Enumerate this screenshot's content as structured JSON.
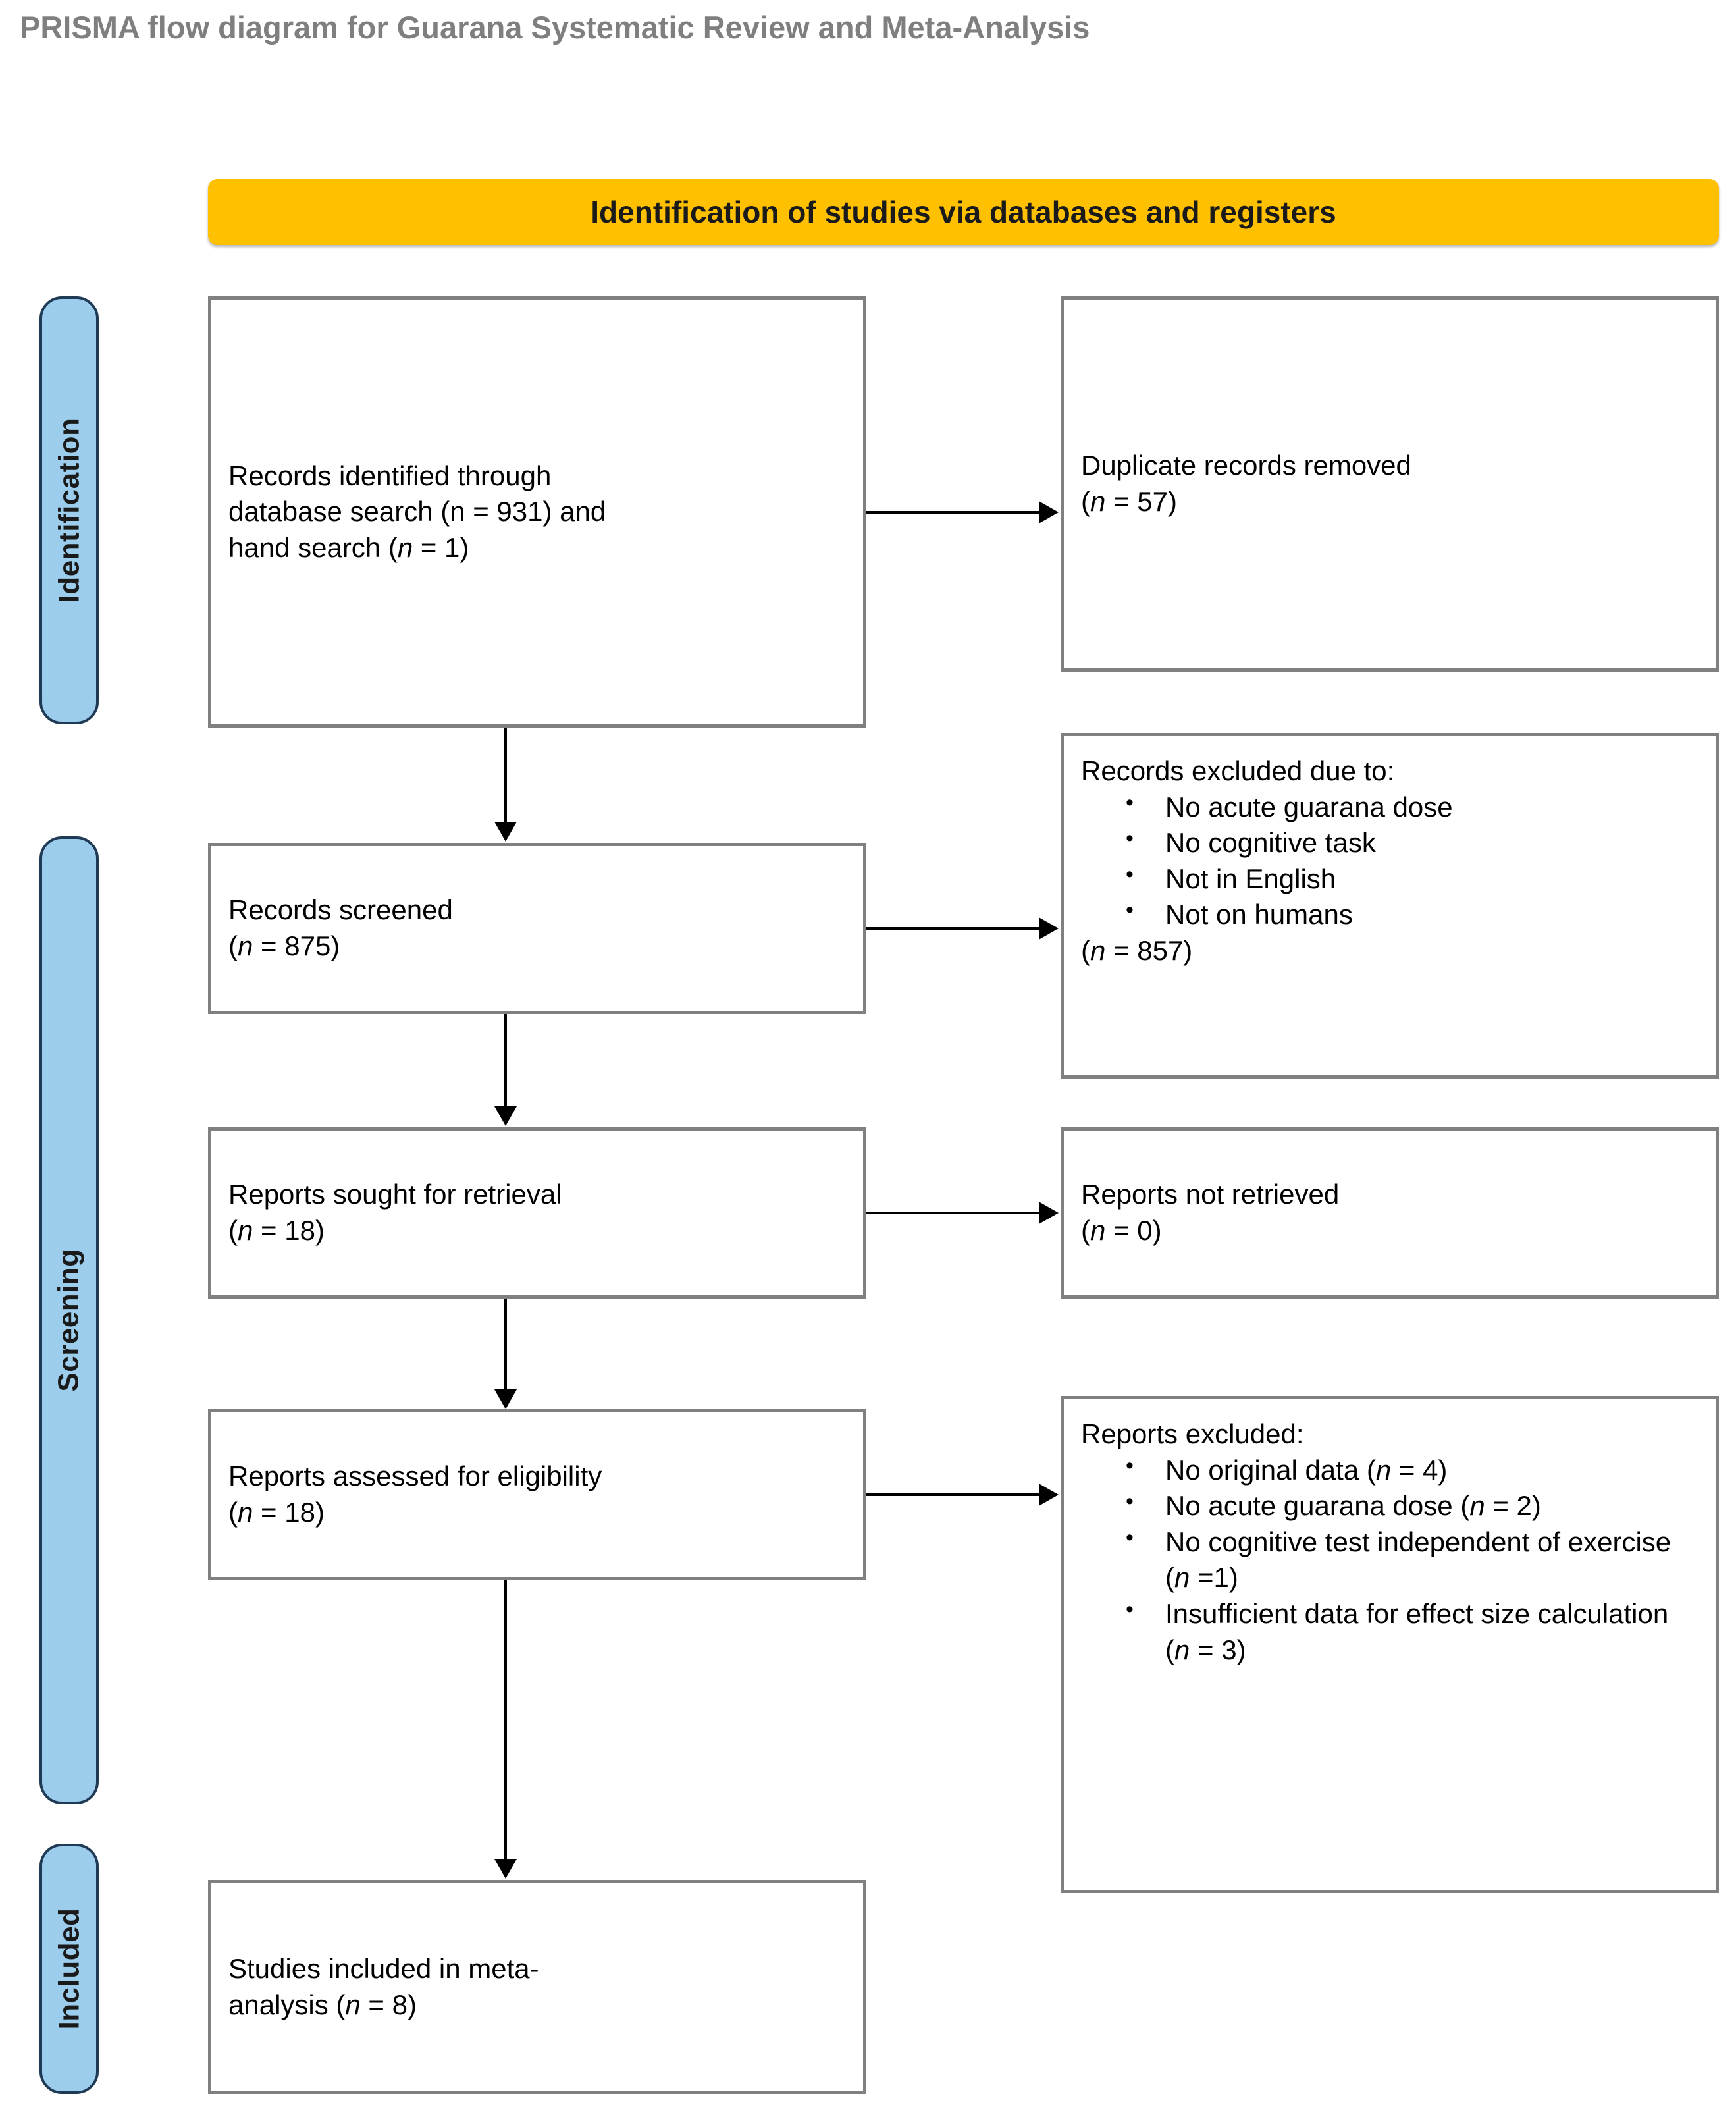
{
  "page": {
    "title": "PRISMA flow diagram for Guarana Systematic Review and Meta-Analysis"
  },
  "colors": {
    "header_bar": "#FFC000",
    "phase_tab_fill": "#9DCDEC",
    "phase_tab_border": "#1F3A54",
    "box_border": "#808080",
    "title_text": "#7F7F7F",
    "arrow": "#000000"
  },
  "header": {
    "label": "Identification of studies via databases and registers"
  },
  "phases": [
    {
      "key": "identification",
      "label": "Identification"
    },
    {
      "key": "screening",
      "label": "Screening"
    },
    {
      "key": "included",
      "label": "Included"
    }
  ],
  "boxes": {
    "records_identified": {
      "line1": "Records identified through",
      "line2_a": "database search (n = 931) and",
      "line3_a": "hand search (",
      "line3_n": "n",
      "line3_b": " = 1)"
    },
    "duplicates_removed": {
      "line1": "Duplicate records removed",
      "line2_a": "(",
      "line2_n": "n",
      "line2_b": " = 57)"
    },
    "records_screened": {
      "line1": "Records screened",
      "line2_a": "(",
      "line2_n": "n",
      "line2_b": " = 875)"
    },
    "records_excluded": {
      "heading": "Records excluded due to:",
      "bullets": [
        "No acute guarana dose",
        "No cognitive task",
        "Not in English",
        "Not on humans"
      ],
      "footer_a": "(",
      "footer_n": "n",
      "footer_b": " = 857)"
    },
    "reports_sought": {
      "line1": "Reports sought for retrieval",
      "line2_a": "(",
      "line2_n": "n",
      "line2_b": " = 18)"
    },
    "reports_not_retrieved": {
      "line1": "Reports not retrieved",
      "line2_a": "(",
      "line2_n": "n",
      "line2_b": " = 0)"
    },
    "reports_assessed": {
      "line1": "Reports assessed for eligibility",
      "line2_a": "(",
      "line2_n": "n",
      "line2_b": " = 18)"
    },
    "reports_excluded": {
      "heading": "Reports excluded:",
      "bullets": [
        {
          "text_a": "No original data (",
          "n": "n",
          "text_b": " = 4)"
        },
        {
          "text_a": "No acute guarana dose (",
          "n": "n",
          "text_b": " = 2)"
        },
        {
          "text_a": "No cognitive test independent of exercise (",
          "n": "n",
          "text_b": " =1)"
        },
        {
          "text_a": "Insufficient data for effect size calculation (",
          "n": "n",
          "text_b": " = 3)"
        }
      ]
    },
    "studies_included": {
      "line1": "Studies included in meta-",
      "line2_a": "analysis (",
      "line2_n": "n",
      "line2_b": " = 8)"
    }
  },
  "flow": {
    "type": "prisma-flow-diagram",
    "identified_database": 931,
    "identified_hand": 1,
    "duplicates_removed": 57,
    "screened": 875,
    "screened_excluded": 857,
    "sought_for_retrieval": 18,
    "not_retrieved": 0,
    "assessed_for_eligibility": 18,
    "excluded_no_original_data": 4,
    "excluded_no_acute_dose": 2,
    "excluded_no_independent_test": 1,
    "excluded_insufficient_data": 3,
    "included_in_meta_analysis": 8
  }
}
